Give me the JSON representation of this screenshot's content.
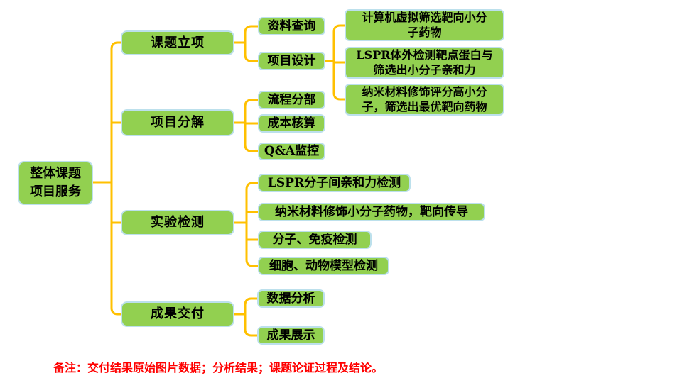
{
  "mindmap": {
    "root": {
      "label": "整体课题\n项目服务"
    },
    "branches": [
      {
        "label": "课题立项",
        "children": [
          {
            "label": "资料查询"
          },
          {
            "label": "项目设计",
            "children": [
              {
                "label": "计算机虚拟筛选靶向小分\n子药物"
              },
              {
                "label": "LSPR体外检测靶点蛋白与\n筛选出小分子亲和力"
              },
              {
                "label": "纳米材料修饰评分高小分\n子，筛选出最优靶向药物"
              }
            ]
          }
        ]
      },
      {
        "label": "项目分解",
        "children": [
          {
            "label": "流程分部"
          },
          {
            "label": "成本核算"
          },
          {
            "label": "Q&A监控"
          }
        ]
      },
      {
        "label": "实验检测",
        "children": [
          {
            "label": "LSPR分子间亲和力检测"
          },
          {
            "label": "纳米材料修饰小分子药物，靶向传导"
          },
          {
            "label": "分子、免疫检测"
          },
          {
            "label": "细胞、动物模型检测"
          }
        ]
      },
      {
        "label": "成果交付",
        "children": [
          {
            "label": "数据分析"
          },
          {
            "label": "成果展示"
          }
        ]
      }
    ],
    "note": "备注：交付结果原始图片数据；分析结果；课题论证过程及结论。"
  },
  "colors": {
    "node_fill": "#92D050",
    "node_border": "#BCE0EC",
    "connector": "#FFC000",
    "note_text": "#FF0000",
    "node_text": "#000000"
  }
}
